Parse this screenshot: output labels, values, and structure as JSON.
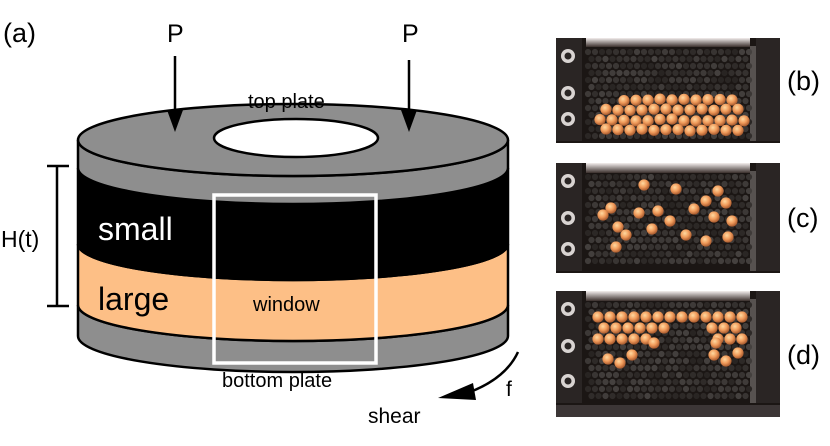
{
  "panels": {
    "a": "(a)",
    "b": "(b)",
    "c": "(c)",
    "d": "(d)"
  },
  "labels": {
    "pressure_left": "P",
    "pressure_right": "P",
    "top_plate": "top plate",
    "bottom_plate": "bottom plate",
    "height": "H(t)",
    "small_layer": "small",
    "large_layer": "large",
    "window": "window",
    "shear": "shear",
    "force": "f"
  },
  "colors": {
    "plate": "#8e8e8e",
    "small_layer": "#000000",
    "large_layer": "#fdbf86",
    "window_frame": "#ffffff",
    "photo_background": "#1b1614",
    "bead_large": "#f09a5a",
    "bead_small": "#3a3634"
  }
}
